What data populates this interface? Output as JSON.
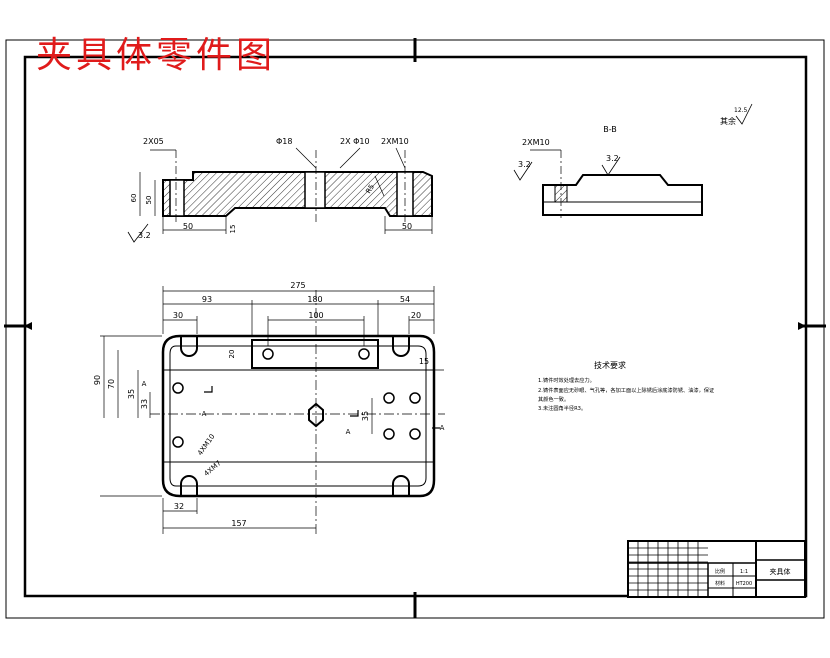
{
  "drawing": {
    "title": "夹具体零件图",
    "title_color": "#e01b1b",
    "line_color": "#000000",
    "section_label": "B-B",
    "surface_finish_note": {
      "prefix": "其余",
      "value": "12.5"
    },
    "roughness": {
      "left": "3.2",
      "right_a": "3.2",
      "right_b": "3.2"
    }
  },
  "front_view": {
    "callouts": [
      "2X05",
      "Φ18",
      "2X Φ10",
      "2XM10"
    ],
    "dims": {
      "height_total": "60",
      "height_inner": "50",
      "left_len": "50",
      "slot": "15",
      "right_len": "50",
      "chamfer": "R5"
    }
  },
  "plan_view": {
    "dims_top": {
      "overall": "275",
      "left": "93",
      "middle": "180",
      "right": "54",
      "slot_left": "30",
      "slot_inner": "100",
      "slot_right": "20"
    },
    "dims_left": {
      "outer": "90",
      "mid": "70",
      "inner": "35",
      "small": "33"
    },
    "dims_right": {
      "r": "15",
      "inner": "35"
    },
    "dims_bottom": {
      "left": "32",
      "long": "157"
    },
    "center_slot": "20",
    "callouts": [
      "4XM10",
      "4XM7"
    ],
    "section_marks": [
      "A",
      "A",
      "A",
      "A"
    ]
  },
  "notes": {
    "heading": "技术要求",
    "items": [
      "1.铸件时效处理去应力。",
      "2.铸件表面应无砂眼、气孔等，各加工面以上除锈后涂底漆防锈、油漆，保证",
      "其颜色一致。",
      "3.未注圆角半径R3。"
    ]
  },
  "title_block": {
    "cells": [
      "夹具体",
      "比例",
      "1:1",
      "材料",
      "HT200"
    ]
  }
}
